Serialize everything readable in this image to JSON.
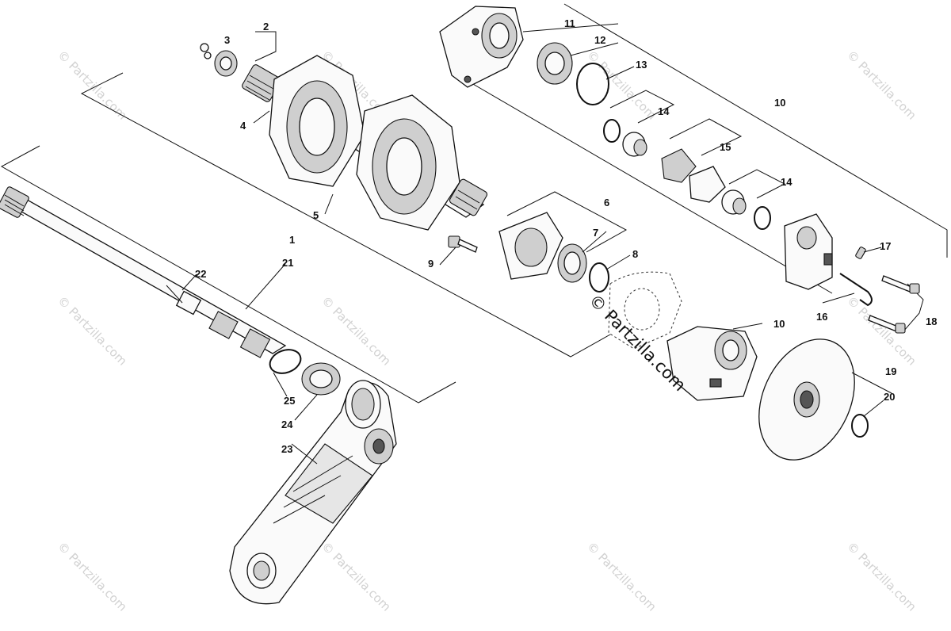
{
  "watermarks": {
    "repeat_text": "© Partzilla.com",
    "center_text": "© Partzilla.com"
  },
  "callouts": [
    {
      "id": "1",
      "label": "1"
    },
    {
      "id": "2",
      "label": "2"
    },
    {
      "id": "3",
      "label": "3"
    },
    {
      "id": "4",
      "label": "4"
    },
    {
      "id": "5",
      "label": "5"
    },
    {
      "id": "6",
      "label": "6"
    },
    {
      "id": "7",
      "label": "7"
    },
    {
      "id": "8",
      "label": "8"
    },
    {
      "id": "9",
      "label": "9"
    },
    {
      "id": "10a",
      "label": "10"
    },
    {
      "id": "10b",
      "label": "10"
    },
    {
      "id": "11",
      "label": "11"
    },
    {
      "id": "12",
      "label": "12"
    },
    {
      "id": "13",
      "label": "13"
    },
    {
      "id": "14a",
      "label": "14"
    },
    {
      "id": "14b",
      "label": "14"
    },
    {
      "id": "15",
      "label": "15"
    },
    {
      "id": "16",
      "label": "16"
    },
    {
      "id": "17",
      "label": "17"
    },
    {
      "id": "18",
      "label": "18"
    },
    {
      "id": "19",
      "label": "19"
    },
    {
      "id": "20",
      "label": "20"
    },
    {
      "id": "21",
      "label": "21"
    },
    {
      "id": "22",
      "label": "22"
    },
    {
      "id": "23",
      "label": "23"
    },
    {
      "id": "24",
      "label": "24"
    },
    {
      "id": "25",
      "label": "25"
    }
  ]
}
